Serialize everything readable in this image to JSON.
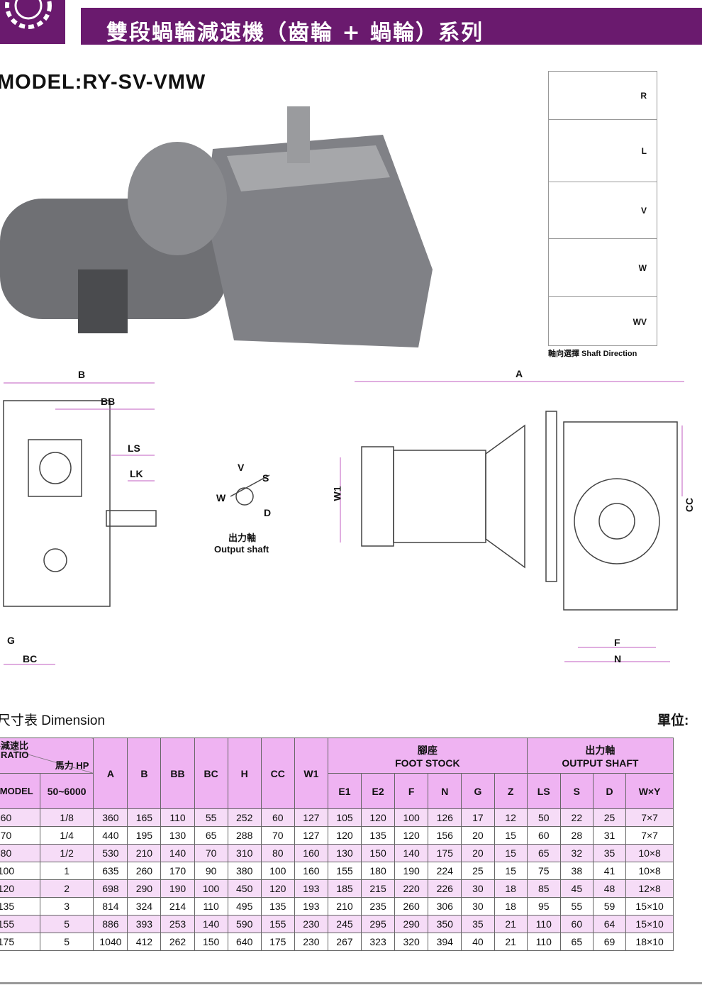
{
  "header": {
    "title": "雙段蝸輪減速機（齒輪 + 蝸輪）系列",
    "model": "MODEL:RY-SV-VMW"
  },
  "shaft_direction": {
    "options": [
      "R",
      "L",
      "V",
      "W",
      "WV"
    ],
    "caption": "軸向選擇 Shaft Direction"
  },
  "drawing_labels": {
    "side": [
      "B",
      "BB",
      "LS",
      "LK",
      "G",
      "BC"
    ],
    "shaft": [
      "V",
      "W",
      "S",
      "D"
    ],
    "shaft_caption_cn": "出力軸",
    "shaft_caption_en": "Output shaft",
    "front": [
      "A",
      "W1",
      "CC",
      "F",
      "N"
    ]
  },
  "dimension": {
    "title": "尺寸表 Dimension",
    "unit": "單位:",
    "header": {
      "ratio": "減速比 RATIO",
      "hp": "馬力 HP",
      "model": "型號 MODEL",
      "ratio_range": "50~6000",
      "foot_stock_cn": "腳座",
      "foot_stock": "FOOT STOCK",
      "output_shaft_cn": "出力軸",
      "output_shaft": "OUTPUT SHAFT",
      "cols": [
        "A",
        "B",
        "BB",
        "BC",
        "H",
        "CC",
        "W1"
      ],
      "foot_cols": [
        "E1",
        "E2",
        "F",
        "N",
        "G",
        "Z"
      ],
      "shaft_cols": [
        "LS",
        "S",
        "D",
        "W×Y"
      ]
    },
    "rows": [
      [
        "60",
        "1/8",
        "360",
        "165",
        "110",
        "55",
        "252",
        "60",
        "127",
        "105",
        "120",
        "100",
        "126",
        "17",
        "12",
        "50",
        "22",
        "25",
        "7×7"
      ],
      [
        "70",
        "1/4",
        "440",
        "195",
        "130",
        "65",
        "288",
        "70",
        "127",
        "120",
        "135",
        "120",
        "156",
        "20",
        "15",
        "60",
        "28",
        "31",
        "7×7"
      ],
      [
        "80",
        "1/2",
        "530",
        "210",
        "140",
        "70",
        "310",
        "80",
        "160",
        "130",
        "150",
        "140",
        "175",
        "20",
        "15",
        "65",
        "32",
        "35",
        "10×8"
      ],
      [
        "100",
        "1",
        "635",
        "260",
        "170",
        "90",
        "380",
        "100",
        "160",
        "155",
        "180",
        "190",
        "224",
        "25",
        "15",
        "75",
        "38",
        "41",
        "10×8"
      ],
      [
        "120",
        "2",
        "698",
        "290",
        "190",
        "100",
        "450",
        "120",
        "193",
        "185",
        "215",
        "220",
        "226",
        "30",
        "18",
        "85",
        "45",
        "48",
        "12×8"
      ],
      [
        "135",
        "3",
        "814",
        "324",
        "214",
        "110",
        "495",
        "135",
        "193",
        "210",
        "235",
        "260",
        "306",
        "30",
        "18",
        "95",
        "55",
        "59",
        "15×10"
      ],
      [
        "155",
        "5",
        "886",
        "393",
        "253",
        "140",
        "590",
        "155",
        "230",
        "245",
        "295",
        "290",
        "350",
        "35",
        "21",
        "110",
        "60",
        "64",
        "15×10"
      ],
      [
        "175",
        "5",
        "1040",
        "412",
        "262",
        "150",
        "640",
        "175",
        "230",
        "267",
        "323",
        "320",
        "394",
        "40",
        "21",
        "110",
        "65",
        "69",
        "18×10"
      ]
    ]
  },
  "colors": {
    "brand": "#6a1a6e",
    "header_cell": "#efb3f2",
    "row_tint": "#f6dcf7"
  }
}
